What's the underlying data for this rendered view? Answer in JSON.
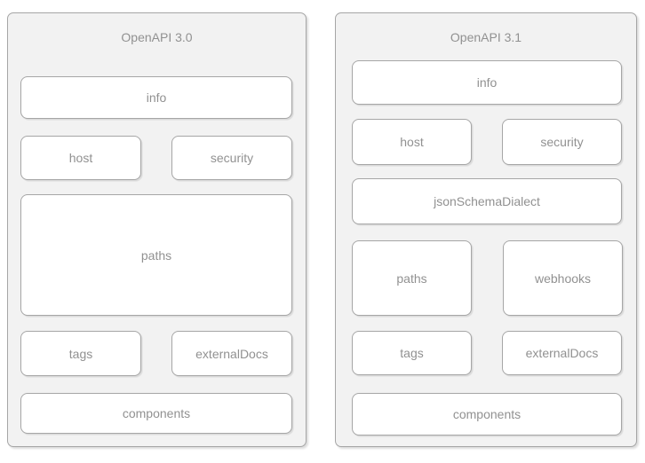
{
  "colors": {
    "page-bg": "#ffffff",
    "panel-fill": "#f2f2f2",
    "stroke": "#a6a6a6",
    "text": "#919191",
    "shadow": "rgba(0,0,0,0.14)"
  },
  "panels": [
    {
      "title": "OpenAPI 3.0",
      "boxes": {
        "info": "info",
        "host": "host",
        "security": "security",
        "paths": "paths",
        "tags": "tags",
        "externalDocs": "externalDocs",
        "components": "components"
      }
    },
    {
      "title": "OpenAPI 3.1",
      "boxes": {
        "info": "info",
        "host": "host",
        "security": "security",
        "jsonSchemaDialect": "jsonSchemaDialect",
        "paths": "paths",
        "webhooks": "webhooks",
        "tags": "tags",
        "externalDocs": "externalDocs",
        "components": "components"
      }
    }
  ]
}
